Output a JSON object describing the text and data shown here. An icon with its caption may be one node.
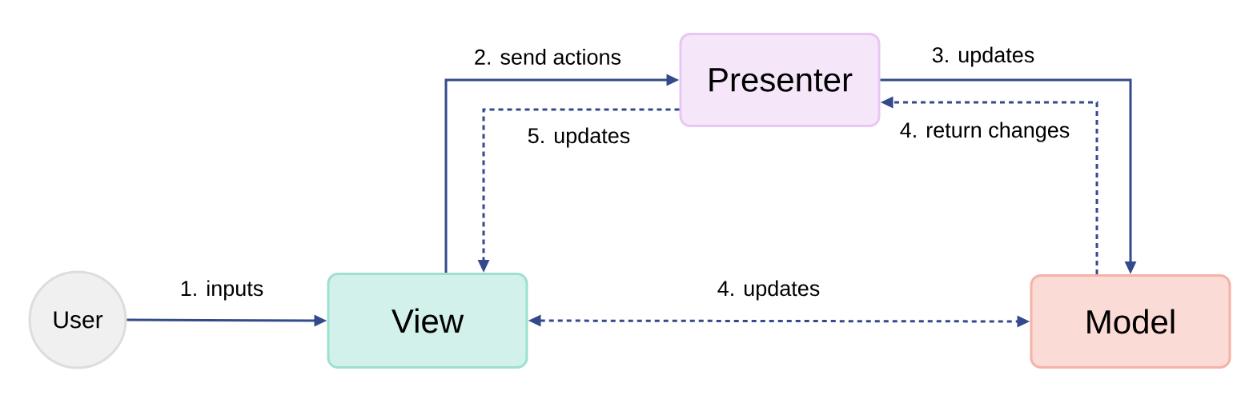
{
  "diagram": {
    "nodes": [
      {
        "text": [
          "User"
        ]
      },
      {
        "text": [
          "View"
        ]
      },
      {
        "text": [
          "Presenter"
        ]
      },
      {
        "text": [
          "Model"
        ]
      }
    ],
    "edges": [
      {
        "from": 0,
        "to": 1,
        "arrow": "to",
        "label": "1. inputs"
      },
      {
        "from": 1,
        "to": 2,
        "arrow": "to",
        "label": "2. send actions"
      },
      {
        "from": 2,
        "to": 3,
        "arrow": "to",
        "label": "3. updates"
      },
      {
        "from": 3,
        "to": 2,
        "arrow": "to",
        "label": "4. return changes",
        "style": "dashed"
      },
      {
        "from": 1,
        "to": 3,
        "arrow": "both",
        "label": "4. updates",
        "style": "dashed"
      },
      {
        "from": 2,
        "to": 1,
        "arrow": "to",
        "label": "5. updates",
        "style": "dashed"
      }
    ]
  }
}
